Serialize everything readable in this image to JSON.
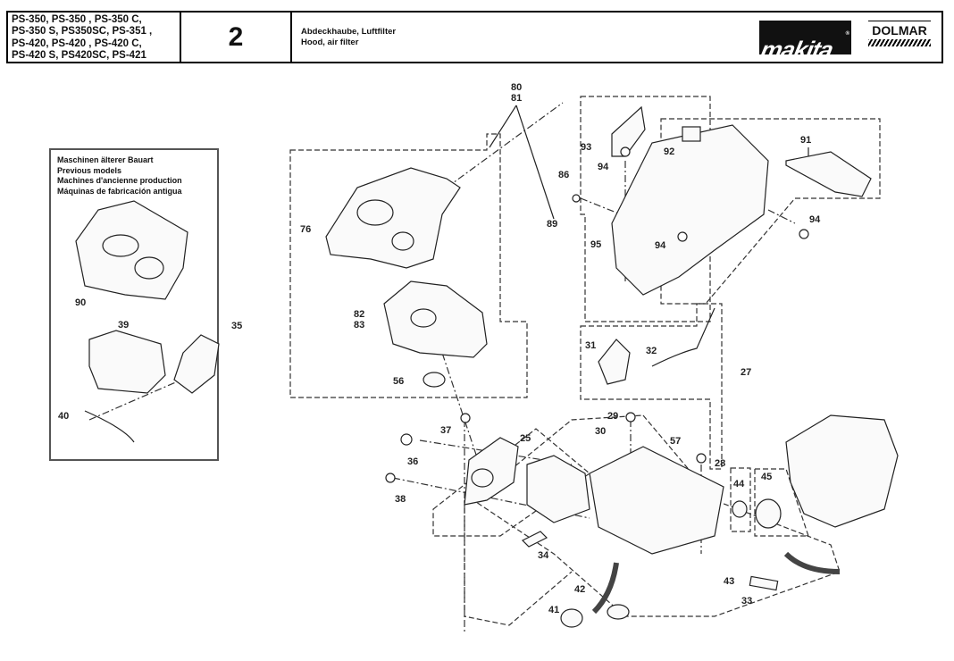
{
  "header": {
    "models": [
      "PS-350, PS-350 , PS-350 C,",
      "PS-350 S, PS350SC, PS-351 ,",
      "PS-420, PS-420 , PS-420 C,",
      "PS-420 S, PS420SC, PS-421"
    ],
    "section_number": "2",
    "title_de": "Abdeckhaube, Luftfilter",
    "title_en": "Hood, air filter",
    "brand_makita": "makita",
    "brand_makita_reg": "®",
    "brand_dolmar": "DOLMAR"
  },
  "previous_models_box": {
    "caption": [
      "Maschinen älterer Bauart",
      "Previous models",
      "Machines d'ancienne production",
      "Máquinas de fabricación antigua"
    ]
  },
  "part_labels": {
    "p80": "80",
    "p81": "81",
    "p93": "93",
    "p92": "92",
    "p91": "91",
    "p94a": "94",
    "p94b": "94",
    "p94c": "94",
    "p86": "86",
    "p89": "89",
    "p95": "95",
    "p76": "76",
    "p82": "82",
    "p83": "83",
    "p56": "56",
    "p90": "90",
    "p39": "39",
    "p35": "35",
    "p40": "40",
    "p31": "31",
    "p32": "32",
    "p27": "27",
    "p29": "29",
    "p30": "30",
    "p57": "57",
    "p28": "28",
    "p37": "37",
    "p36": "36",
    "p25": "25",
    "p38": "38",
    "p34": "34",
    "p44": "44",
    "p45": "45",
    "p43": "43",
    "p33": "33",
    "p42": "42",
    "p41": "41"
  }
}
